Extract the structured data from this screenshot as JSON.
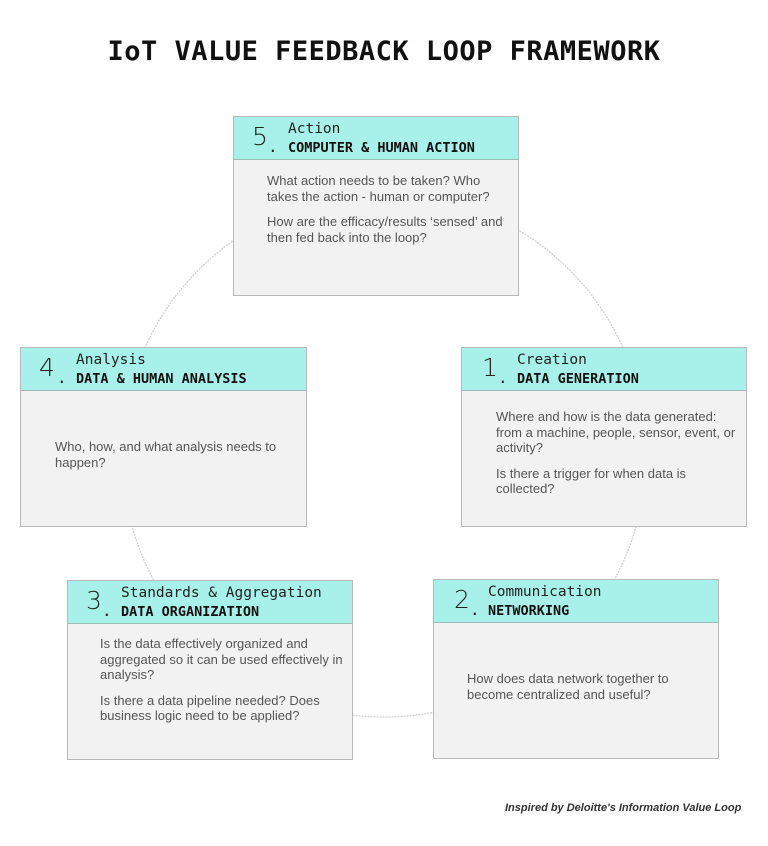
{
  "title": "IoT VALUE FEEDBACK LOOP FRAMEWORK",
  "colors": {
    "header_bg": "#a8f1ea",
    "card_bg": "#f2f2f2",
    "card_border": "#b9b9b9",
    "loop_line": "#cfcfcf"
  },
  "stages": [
    {
      "number": "5",
      "stage": "Action",
      "subtitle": "COMPUTER & HUMAN ACTION",
      "paragraphs": [
        "What action needs to be taken? Who takes the action - human or computer?",
        "How are the efficacy/results ‘sensed’ and then fed back into the loop?"
      ]
    },
    {
      "number": "4",
      "stage": "Analysis",
      "subtitle": "DATA & HUMAN ANALYSIS",
      "paragraphs": [
        "Who, how, and what analysis needs to happen?"
      ]
    },
    {
      "number": "1",
      "stage": "Creation",
      "subtitle": "DATA GENERATION",
      "paragraphs": [
        "Where and how is the data generated: from a machine, people, sensor, event, or activity?",
        "Is there a trigger for when data is collected?"
      ]
    },
    {
      "number": "3",
      "stage": "Standards & Aggregation",
      "subtitle": "DATA ORGANIZATION",
      "paragraphs": [
        "Is the data effectively organized and aggregated so it can be used effectively in analysis?",
        "Is there a data pipeline needed? Does business logic need to be applied?"
      ]
    },
    {
      "number": "2",
      "stage": "Communication",
      "subtitle": "NETWORKING",
      "paragraphs": [
        "How does data network together to become centralized and useful?"
      ]
    }
  ],
  "footer": "Inspired by Deloitte's Information Value Loop"
}
